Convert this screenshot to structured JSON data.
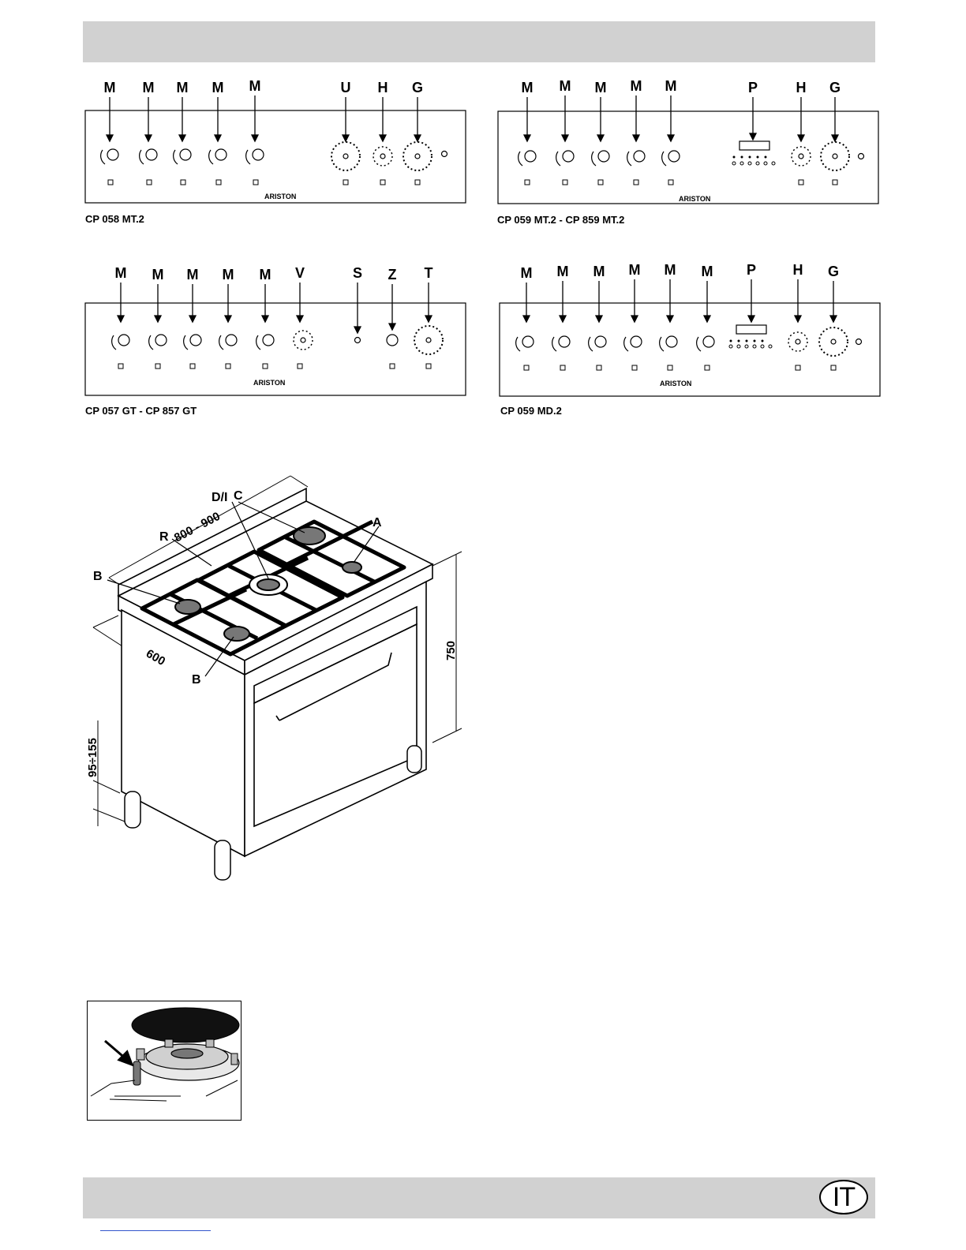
{
  "header": {
    "title": ""
  },
  "panels": [
    {
      "caption": "CP 058 MT.2",
      "letters": [
        "M",
        "M",
        "M",
        "M",
        "M",
        "U",
        "H",
        "G"
      ],
      "brand": "ARISTON"
    },
    {
      "caption": "CP 059 MT.2 - CP 859 MT.2",
      "letters": [
        "M",
        "M",
        "M",
        "M",
        "M",
        "P",
        "H",
        "G"
      ],
      "brand": "ARISTON"
    },
    {
      "caption": "CP 057 GT - CP 857 GT",
      "letters": [
        "M",
        "M",
        "M",
        "M",
        "M",
        "V",
        "S",
        "Z",
        "T"
      ],
      "brand": "ARISTON"
    },
    {
      "caption": "CP 059 MD.2",
      "letters": [
        "M",
        "M",
        "M",
        "M",
        "M",
        "M",
        "P",
        "H",
        "G"
      ],
      "brand": "ARISTON"
    }
  ],
  "stove": {
    "labels": {
      "dl": "D/I",
      "c": "C",
      "r": "R",
      "a": "A",
      "b_top": "B",
      "b_bottom": "B"
    },
    "dimensions": {
      "width": "800 - 900",
      "depth": "600",
      "height": "750",
      "feet": "95÷155"
    }
  },
  "burner_detail": {
    "icon": "burner-ignition-icon"
  },
  "footer": {
    "language": "IT"
  }
}
